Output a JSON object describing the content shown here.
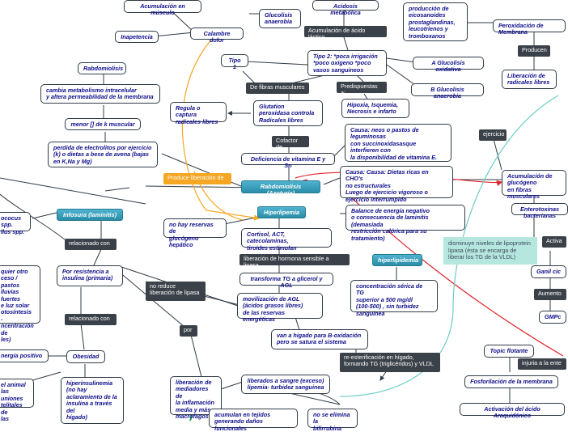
{
  "nodes": [
    {
      "id": "acum_musculo",
      "text": "Acumulación en músculo"
    },
    {
      "id": "calambre",
      "text": "Calambre dolor"
    },
    {
      "id": "inapetencia",
      "text": "Inapetencia"
    },
    {
      "id": "glucolisis_anaerobia",
      "text": "Glucolisis\nanaerobia"
    },
    {
      "id": "acidosis",
      "text": "Acidosis metabólica"
    },
    {
      "id": "produccion",
      "text": "producción de\neicosanoides\nprostaglandinas,\nleucotrienos y\ntromboxanos"
    },
    {
      "id": "peroxidacion",
      "text": "Peroxidación de Membrana"
    },
    {
      "id": "rabdomiolisis_top",
      "text": "Rabdomiolisis"
    },
    {
      "id": "tipo1",
      "text": "Tipo 1"
    },
    {
      "id": "tipo2",
      "text": "Tipo 2: *poca irrigación\n*poco oxigeno *poco\nvasos sanguineos"
    },
    {
      "id": "a_glucolisis",
      "text": "A Glucolisis oxidativa"
    },
    {
      "id": "liberacion_radicales",
      "text": "Liberación de\nradicales libres"
    },
    {
      "id": "cambia_metabolismo",
      "text": "cambia metabolismo intracelular\ny altera permeabilidad de la membrana"
    },
    {
      "id": "b_glucolisis",
      "text": "B Glucolisis anaerobia"
    },
    {
      "id": "regula",
      "text": "Regula o captura\nradicales libres"
    },
    {
      "id": "glutation",
      "text": "Glutation\nperoxidasa controla\nRadicales libres"
    },
    {
      "id": "hipoxia",
      "text": "Hipoxia, Isquemia,\nNecrosis e infarto"
    },
    {
      "id": "menor_musculo",
      "text": "menor [] de k muscular"
    },
    {
      "id": "causa_pastos",
      "text": "Causa: neos o pastos de\nleguminosas\ncon succinoxidasasque\ninterfieren con\nla disponibilidad de vitamina E."
    },
    {
      "id": "perdida",
      "text": "perdida de electrolitos por ejercicio\n(k) o dietas a bese de avena (bajas\nen K,Na y Mg)"
    },
    {
      "id": "deficiencia",
      "text": "Deficiencia de vitamina E y Sn"
    },
    {
      "id": "acumulacion_glucogeno",
      "text": "Acumulación de\nglucógeno\nen fibras musculares"
    },
    {
      "id": "causa_dietas",
      "text": "Causa: Causa: Dietas ricas en CHO's\nno estructurales\nLuego de ejercicio vigoroso o\nejercicio interrumpido"
    },
    {
      "id": "enterotoxinas",
      "text": "Enterotoxinas bacterianas"
    },
    {
      "id": "balance",
      "text": "Balance de energía negativo\no consecuencia de laminitis (demasiada\nrestricción calórica para su tratamiento)"
    },
    {
      "id": "streptococcus",
      "text": "ococus spp.\nllus spp."
    },
    {
      "id": "no_reservas",
      "text": "no hay reservas de\nglucógeno hepático"
    },
    {
      "id": "cortisol",
      "text": "Cortisol, ACT, catecolaminas,\ntiroides estimulan"
    },
    {
      "id": "quier_otro",
      "text": "quier otro\nceso /\n pastos\nlluvias fuertes\ne luz solar\notosíntesis -\nncentración de\nles)"
    },
    {
      "id": "resistencia",
      "text": "Por resistencia a\ninsulina (primaria)"
    },
    {
      "id": "transforma",
      "text": "transforma TG a glicerol y AGL"
    },
    {
      "id": "ganilo",
      "text": "Ganil cic"
    },
    {
      "id": "movilizacion",
      "text": "movilización de AGL\n(ácidos grasos libres)\nde las reservas energéticas"
    },
    {
      "id": "concentracion",
      "text": "concentración sérica de TG\nsuperior a  500 mg/dl\n(100-500) , sin turbidez\n sanguinea"
    },
    {
      "id": "gmpc",
      "text": "GMPc"
    },
    {
      "id": "van_higado",
      "text": "van a hígado para B-oxidación\npero se satura el sistema"
    },
    {
      "id": "energia_positivo",
      "text": "nergía positivo"
    },
    {
      "id": "obesidad",
      "text": "Obesidad"
    },
    {
      "id": "topic_flotante",
      "text": "Topic flotante"
    },
    {
      "id": "hiperinsulinemia",
      "text": "hiperinsulinemia\n(no hay\naclaramiento de la\ninsulina a través\ndel\nhígado)"
    },
    {
      "id": "liberacion_mediadores",
      "text": "liberación de\nmediadores de\nla inflamación\nmedia y más\nmacrofagos"
    },
    {
      "id": "el_animal",
      "text": "el animal\nlas uniones\ntelitales de\nlas"
    },
    {
      "id": "liberados",
      "text": "liberados a sangre (exceso)\nlipemia- turbidez sanguinea"
    },
    {
      "id": "fosforilacion",
      "text": "Fosforilación de la membrana"
    },
    {
      "id": "acumulan",
      "text": "acumulan en tejidos\ngenerando daños funcionales"
    },
    {
      "id": "no_elimina",
      "text": "no se elimina la\nbilirrubina"
    },
    {
      "id": "activacion",
      "text": "Activación del ácido Araquidónico"
    }
  ],
  "teal_nodes": [
    {
      "id": "rabdomiolisis_azot",
      "text": "Rabdomiolisis (Azoturia)"
    },
    {
      "id": "hiperlipemia",
      "text": "Hiperlipemia"
    },
    {
      "id": "infosura",
      "text": "Infosura (laminitis)"
    },
    {
      "id": "hiperlipidemia",
      "text": "hiperlipidemia"
    }
  ],
  "labels": [
    {
      "id": "l_acum_acido",
      "text": "Acumulación de ácido láctico"
    },
    {
      "id": "l_producen",
      "text": "Producen"
    },
    {
      "id": "l_fibras",
      "text": "De fibras musculares"
    },
    {
      "id": "l_predispuestas",
      "text": "Predispuestas a:"
    },
    {
      "id": "l_ejercicio",
      "text": "ejercicio"
    },
    {
      "id": "l_cofactor",
      "text": "Cofactor de"
    },
    {
      "id": "l_produce_lib",
      "text": "Produce liberación de"
    },
    {
      "id": "l_activa",
      "text": "Activa"
    },
    {
      "id": "l_relacionado1",
      "text": "relacionado con"
    },
    {
      "id": "l_no_reduce",
      "text": "no reduce\nliberación de lipasa"
    },
    {
      "id": "l_liberacion_hormona",
      "text": "liberación de hormona sensible a lipasa"
    },
    {
      "id": "l_aumento",
      "text": "Aumento"
    },
    {
      "id": "l_relacionado2",
      "text": "relacionado con"
    },
    {
      "id": "l_por",
      "text": "por"
    },
    {
      "id": "l_reesterificacion",
      "text": "re-esterificación en hígado,\nformando TG (triglicéridos) y VLDL"
    },
    {
      "id": "l_injuria",
      "text": "injuria a la ente"
    }
  ],
  "note": {
    "id": "disminuye",
    "text": "disminuye niveles de lipoprotein\nlipasa (ésta se encarga de\nliberar los TG de la VLDL)"
  },
  "colors": {
    "node_text": "#0d0d8a",
    "label_bg": "#3b4148",
    "teal": "#3aa3c0",
    "orange_label": "#f5a623",
    "note_bg": "#b6e7df",
    "red_line": "#e0242b",
    "orange_line": "#f5a623",
    "teal_line": "#6ccdc2",
    "green_arrow": "#1aa05a"
  }
}
